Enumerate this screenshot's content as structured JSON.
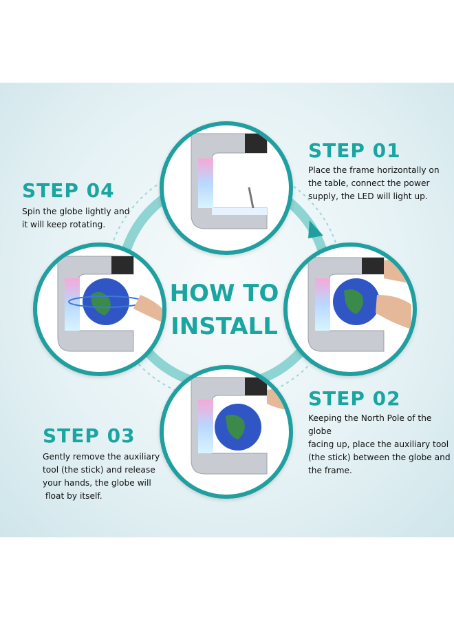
{
  "center_title": {
    "line1": "HOW TO",
    "line2": "INSTALL"
  },
  "steps": [
    {
      "title": "STEP 01",
      "text": [
        "Place the frame horizontally on",
        "the table, connect the power",
        "supply, the LED will light up."
      ]
    },
    {
      "title": "STEP 02",
      "text": [
        "Keeping the North Pole of the globe",
        "facing up,  place the auxiliary tool",
        "(the stick) between the globe and",
        "the frame."
      ]
    },
    {
      "title": "STEP 03",
      "text": [
        "Gently remove the auxiliary",
        "tool (the stick) and release",
        "your hands, the globe will",
        " float by itself."
      ]
    },
    {
      "title": "STEP 04",
      "text": [
        "Spin the globe lightly and",
        "it will keep rotating."
      ]
    }
  ],
  "colors": {
    "accent": "#1aa5a0",
    "ring": "#1f9fa0",
    "frame": "#c8ccd2",
    "globe": "#2f56c4"
  }
}
